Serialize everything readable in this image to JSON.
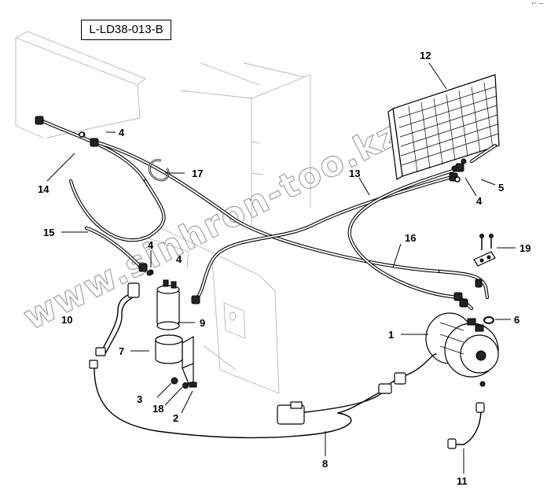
{
  "diagram": {
    "code": "L-LD38-013-B",
    "corner_mark": "⌐ ~",
    "watermark": "www.sinhron-too.kz",
    "callouts": [
      "1",
      "2",
      "3",
      "4",
      "4",
      "4",
      "4",
      "5",
      "6",
      "7",
      "8",
      "9",
      "10",
      "11",
      "12",
      "13",
      "14",
      "15",
      "16",
      "17",
      "18",
      "19"
    ]
  }
}
